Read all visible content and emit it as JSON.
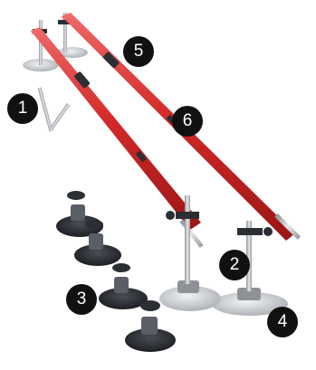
{
  "colors": {
    "rail_red": "#d42a2a",
    "rail_dark": "#9b1616",
    "rail_light": "#ef6a6a",
    "metal": "#c9ccd0",
    "metal_dark": "#8e9297",
    "rubber": "#2b2e33",
    "badge_bg": "#111111",
    "badge_fg": "#ffffff"
  },
  "badges": [
    "1",
    "2",
    "3",
    "4",
    "5",
    "6"
  ]
}
